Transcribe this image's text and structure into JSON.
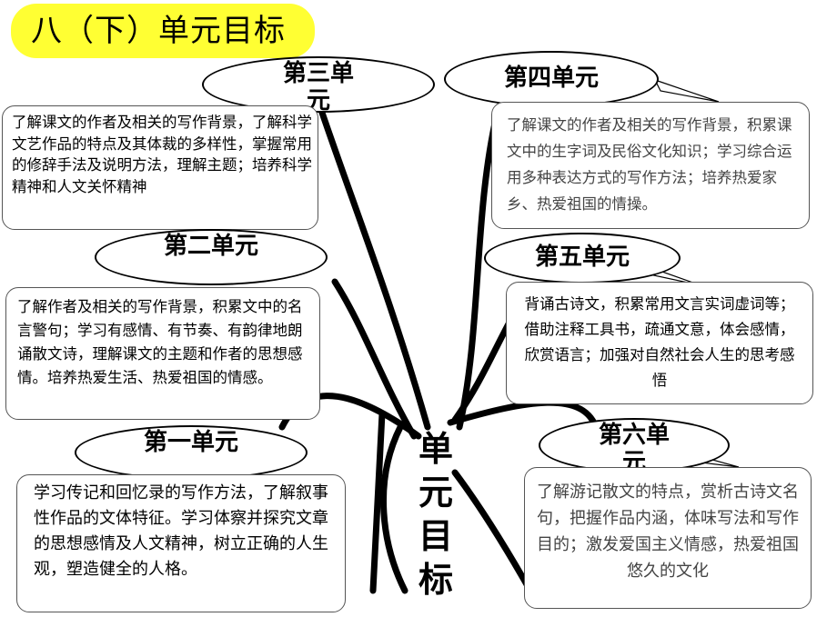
{
  "page_title": "八（下）单元目标",
  "center_label": "单元目标",
  "units": {
    "unit3": {
      "name": "第三单元",
      "goal": "了解课文的作者及相关的写作背景，了解科学文艺作品的特点及其体裁的多样性，掌握常用的修辞手法及说明方法，理解主题；培养科学精神和人文关怀精神"
    },
    "unit4": {
      "name": "第四单元",
      "goal": "了解课文的作者及相关的写作背景，积累课文中的生字词及民俗文化知识；学习综合运用多种表达方式的写作方法；培养热爱家乡、热爱祖国的情操。"
    },
    "unit2": {
      "name": "第二单元",
      "goal": "了解作者及相关的写作背景，积累文中的名言警句；学习有感情、有节奏、有韵律地朗诵散文诗，理解课文的主题和作者的思想感情。培养热爱生活、热爱祖国的情感。"
    },
    "unit5": {
      "name": "第五单元",
      "goal": "背诵古诗文，积累常用文言实词虚词等；借助注释工具书，疏通文意，体会感情，欣赏语言；加强对自然社会人生的思考感悟"
    },
    "unit1": {
      "name": "第一单元",
      "goal": "学习传记和回忆录的写作方法，了解叙事性作品的文体特征。学习体察并探究文章的思想感情及人文精神，树立正确的人生观，塑造健全的人格。"
    },
    "unit6": {
      "name": "第六单元",
      "goal": "了解游记散文的特点，赏析古诗文名句，把握作品内涵，体味写法和写作目的；激发爱国主义情感，热爱祖国悠久的文化"
    }
  },
  "colors": {
    "title_badge": "#ffff33",
    "line": "#000000",
    "note_border": "#555555"
  }
}
